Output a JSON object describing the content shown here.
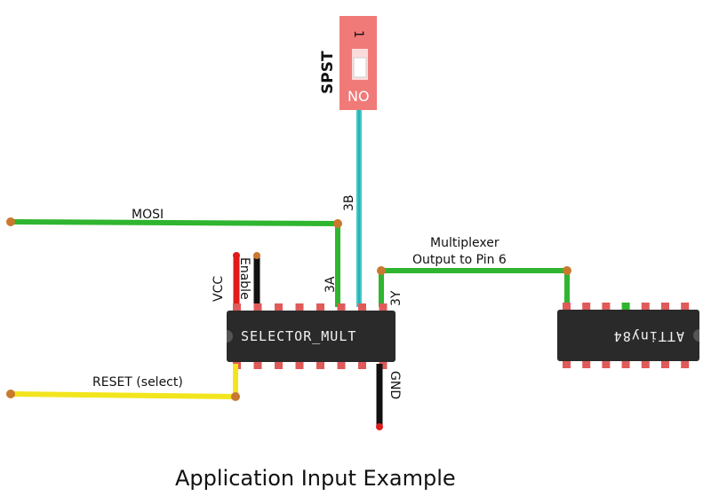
{
  "diagram": {
    "caption": "Application Input Example",
    "switch": {
      "label": "SPST",
      "number": "1",
      "state": "NO",
      "color": "#f07a78"
    },
    "chips": {
      "selector": "SELECTOR_MULT",
      "attiny": "ATTiny84"
    },
    "wires": {
      "mosi": "MOSI",
      "reset": "RESET (select)",
      "mux_line1": "Multiplexer",
      "mux_line2": "Output to Pin 6"
    },
    "pins": {
      "vcc": "VCC",
      "enable": "Enable",
      "a3": "3A",
      "b3": "3B",
      "y3": "3Y",
      "gnd": "GND"
    },
    "colors": {
      "green": "#2fb52f",
      "cyan": "#3ec8c8",
      "yellow": "#f2e51d",
      "red": "#e01b1b",
      "black": "#111111",
      "chip": "#2a2a2a",
      "pin": "#e05a5a",
      "end": "#c9792f"
    }
  }
}
